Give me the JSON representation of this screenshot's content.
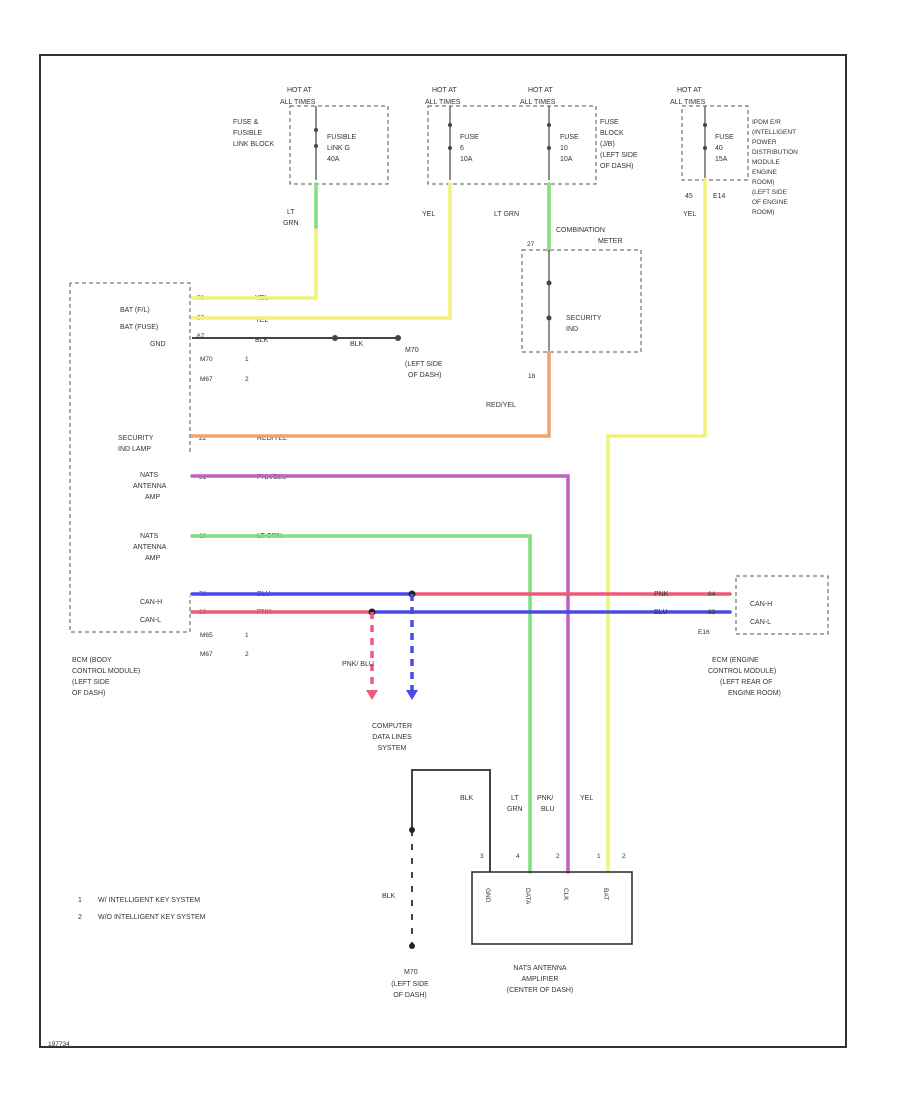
{
  "diagram_id": "197734",
  "fuse_boxes": {
    "box1": {
      "hot": "HOT AT",
      "times": "ALL TIMES",
      "block": [
        "FUSE &",
        "FUSIBLE",
        "LINK BLOCK"
      ],
      "fuse": [
        "FUSIBLE",
        "LINK G",
        "40A"
      ]
    },
    "box2": {
      "hot": "HOT AT",
      "times": "ALL TIMES",
      "fuse": [
        "FUSE",
        "6",
        "10A"
      ]
    },
    "box3": {
      "hot": "HOT AT",
      "times": "ALL TIMES",
      "fuse": [
        "FUSE",
        "10",
        "10A"
      ],
      "block": [
        "FUSE",
        "BLOCK",
        "(J/B)",
        "(LEFT SIDE",
        "OF DASH)"
      ]
    },
    "box4": {
      "hot": "HOT AT",
      "times": "ALL TIMES",
      "fuse": [
        "FUSE",
        "40",
        "15A"
      ],
      "pin1": "45",
      "pin2": "E14",
      "ipdm": [
        "IPDM E/R",
        "(INTELLIGENT",
        "POWER",
        "DISTRIBUTION",
        "MODULE",
        "ENGINE",
        "ROOM)",
        "(LEFT SIDE",
        "OF ENGINE",
        "ROOM)"
      ]
    }
  },
  "combination_meter": {
    "title": [
      "COMBINATION",
      "METER"
    ],
    "pin_top": "27",
    "pin_bottom": "18",
    "indicator": [
      "SECURITY",
      "IND"
    ]
  },
  "bcm": {
    "rows": [
      {
        "name": "BAT (F/L)",
        "pin": "70",
        "wire": "YEL"
      },
      {
        "name": "BAT (FUSE)",
        "pin": "57",
        "wire": "YEL"
      },
      {
        "name": "GND",
        "pin": "67",
        "wire": "BLK"
      }
    ],
    "ground_wire": "BLK",
    "ground_id": "M70",
    "ground_loc": [
      "(LEFT SIDE",
      "OF DASH)"
    ],
    "connectors1": [
      {
        "id": "M70",
        "n": "1"
      },
      {
        "id": "M67",
        "n": "2"
      }
    ],
    "sec_ind": {
      "name": [
        "SECURITY",
        "IND LAMP"
      ],
      "pin": "22",
      "wire": "RED/YEL"
    },
    "natsa1": {
      "name": [
        "NATS",
        "ANTENNA",
        "AMP"
      ],
      "pin": "31",
      "wire": "PNK/BLU"
    },
    "natsa2": {
      "name": [
        "NATS",
        "ANTENNA",
        "AMP"
      ],
      "pin": "29",
      "wire": "LT GRN"
    },
    "canh": {
      "name": "CAN-H",
      "pin": "79",
      "wire": "BLU"
    },
    "canl": {
      "name": "CAN-L",
      "pin": "80",
      "wire": "PNK"
    },
    "connectors2": [
      {
        "id": "M65",
        "n": "1"
      },
      {
        "id": "M67",
        "n": "2"
      }
    ],
    "title": [
      "BCM (BODY",
      "CONTROL MODULE)",
      "(LEFT SIDE",
      "OF DASH)"
    ]
  },
  "labels": {
    "ltgrn1": [
      "LT",
      "GRN"
    ],
    "yel1": "YEL",
    "ltgrn2": "LT GRN",
    "yel2": "YEL",
    "redyel": "RED/YEL",
    "pnk_blu_dl": "PNK/ BLU"
  },
  "ecm": {
    "canh_wire": "PNK",
    "canh_pin": "84",
    "canl_wire": "BLU",
    "canl_pin": "83",
    "connector": "E16",
    "canh": "CAN-H",
    "canl": "CAN-L",
    "title": [
      "ECM (ENGINE",
      "CONTROL MODULE)",
      "(LEFT REAR OF",
      "ENGINE ROOM)"
    ]
  },
  "computer": [
    "COMPUTER",
    "DATA LINES",
    "SYSTEM"
  ],
  "nats": {
    "wires": [
      {
        "label": "BLK"
      },
      {
        "label": [
          "LT",
          "GRN"
        ]
      },
      {
        "label": [
          "PNK/",
          "BLU"
        ]
      },
      {
        "label": "YEL"
      }
    ],
    "pins": [
      "3",
      "4",
      "2",
      "1",
      "2"
    ],
    "terms": [
      "GND",
      "DATA",
      "CLK",
      "BAT"
    ],
    "title": [
      "NATS ANTENNA",
      "AMPLIFIER",
      "(CENTER OF DASH)"
    ]
  },
  "ground2": {
    "wire": "BLK",
    "id": "M70",
    "loc": [
      "(LEFT SIDE",
      "OF DASH)"
    ]
  },
  "notes": [
    {
      "n": "1",
      "text": "W/ INTELLIGENT KEY SYSTEM"
    },
    {
      "n": "2",
      "text": "W/O INTELLIGENT KEY SYSTEM"
    }
  ],
  "colors": {
    "yel": "#f2f27a",
    "ltgrn": "#7ee07e",
    "redyel": "#f2a36a",
    "pnkblu": "#c060c0",
    "blu": "#4a4ae8",
    "pnk": "#ee5a7a",
    "blk": "#444444"
  }
}
